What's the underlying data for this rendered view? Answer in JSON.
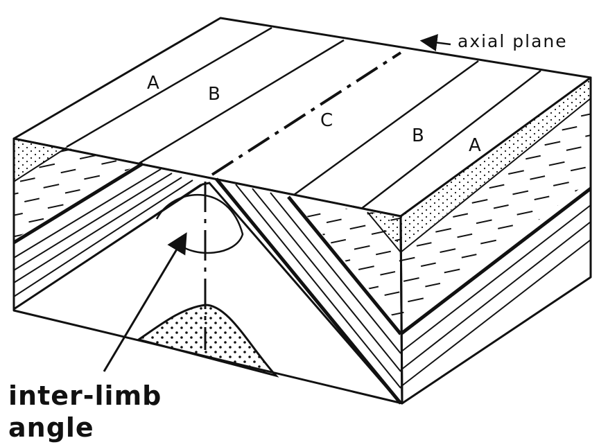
{
  "labels": {
    "top_left_a": "A",
    "top_left_b": "B",
    "top_center_c": "C",
    "top_right_b": "B",
    "top_right_a": "A",
    "axial_plane": "axial plane",
    "inter_limb_line1": "inter-limb",
    "inter_limb_line2": "angle"
  },
  "colors": {
    "ink": "#111111",
    "paper": "#ffffff"
  }
}
